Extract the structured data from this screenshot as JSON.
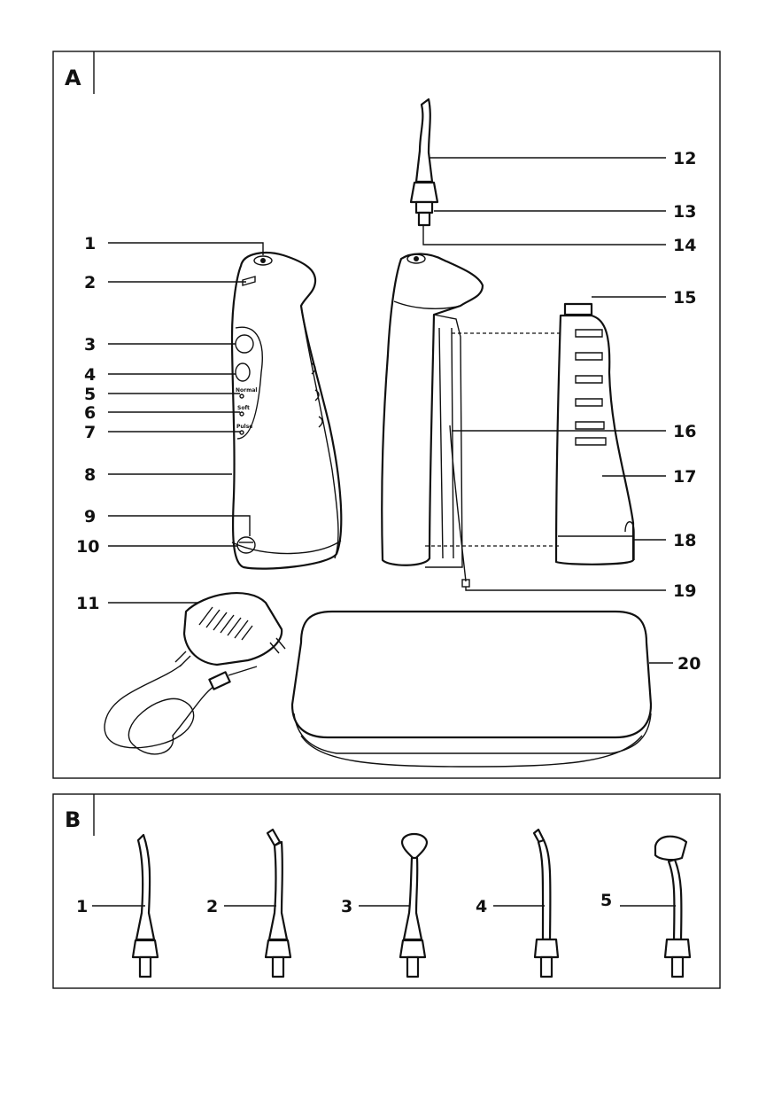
{
  "panel_a": {
    "label": "A",
    "button_labels": [
      "Normal",
      "Soft",
      "Pulse"
    ],
    "callouts": [
      "1",
      "2",
      "3",
      "4",
      "5",
      "6",
      "7",
      "8",
      "9",
      "10",
      "11",
      "12",
      "13",
      "14",
      "15",
      "16",
      "17",
      "18",
      "19",
      "20"
    ]
  },
  "panel_b": {
    "label": "B",
    "callouts": [
      "1",
      "2",
      "3",
      "4",
      "5"
    ]
  }
}
